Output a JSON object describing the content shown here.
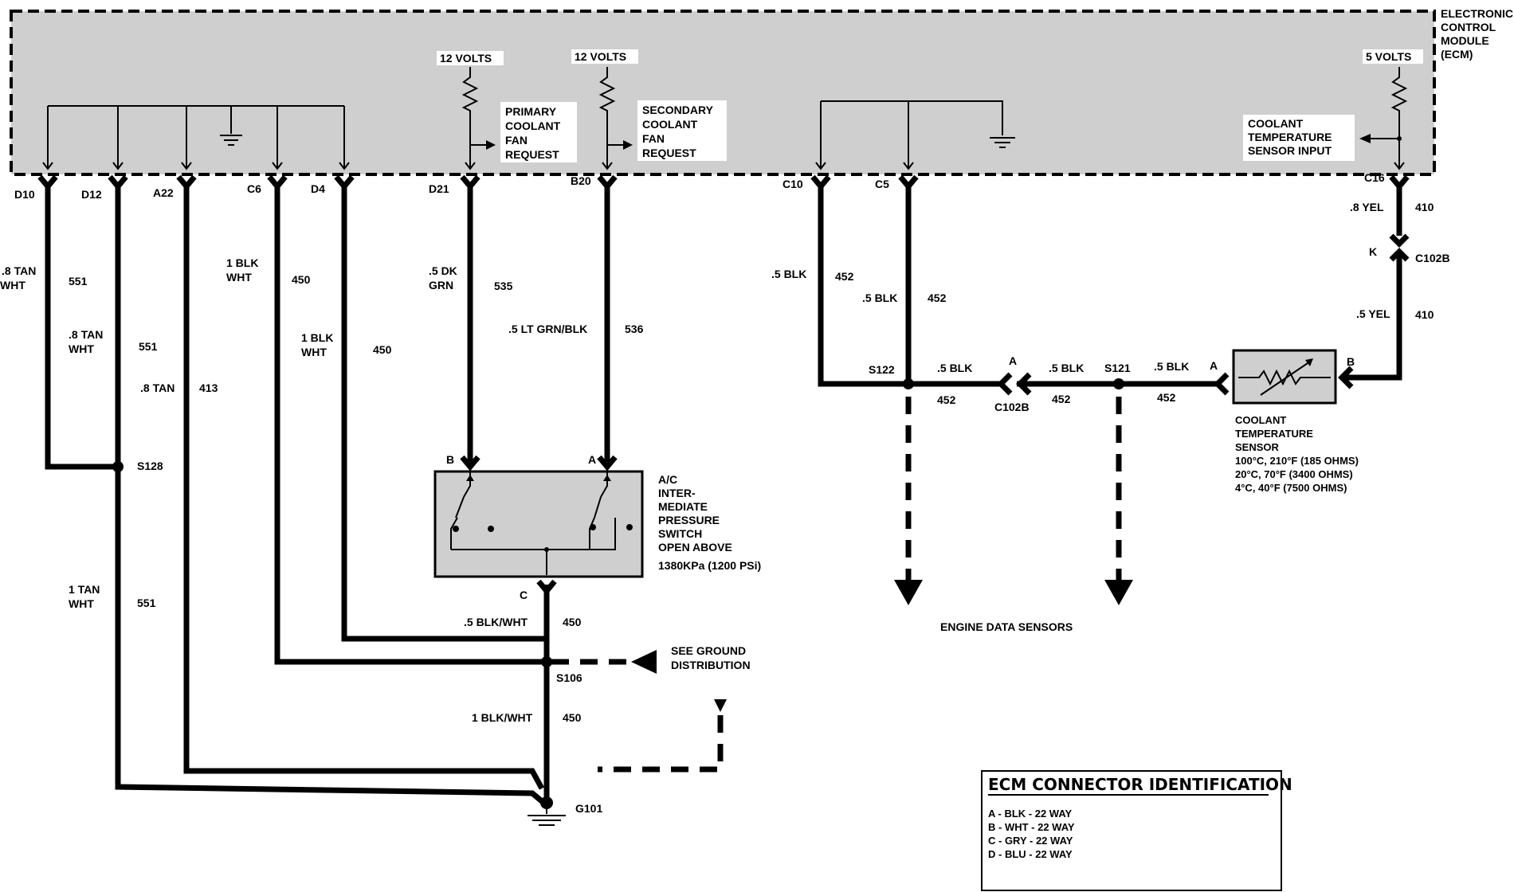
{
  "ecm": {
    "name_lines": [
      "ELECTRONIC",
      "CONTROL",
      "MODULE",
      "(ECM)"
    ],
    "volt_12_a": "12 VOLTS",
    "volt_12_b": "12 VOLTS",
    "volt_5": "5 VOLTS",
    "primary_lines": [
      "PRIMARY",
      "COOLANT",
      "FAN",
      "REQUEST"
    ],
    "secondary_lines": [
      "SECONDARY",
      "COOLANT",
      "FAN",
      "REQUEST"
    ],
    "cts_input_lines": [
      "COOLANT",
      "TEMPERATURE",
      "SENSOR INPUT"
    ]
  },
  "pins": {
    "D10": "D10",
    "D12": "D12",
    "A22": "A22",
    "C6": "C6",
    "D4": "D4",
    "D21": "D21",
    "B20": "B20",
    "C10": "C10",
    "C5": "C5",
    "C16": "C16"
  },
  "wires": {
    "d10_color_lines": [
      ".8 TAN",
      "WHT"
    ],
    "d10_circuit": "551",
    "d12_color_lines": [
      ".8 TAN",
      "WHT"
    ],
    "d12_circuit": "551",
    "a22_color": ".8 TAN",
    "a22_circuit": "413",
    "c6_color_lines": [
      "1 BLK",
      "WHT"
    ],
    "c6_circuit": "450",
    "d4_color_lines": [
      "1 BLK",
      "WHT"
    ],
    "d4_circuit": "450",
    "d21_color_lines": [
      ".5 DK",
      "GRN"
    ],
    "d21_circuit": "535",
    "b20_color": ".5 LT GRN/BLK",
    "b20_circuit": "536",
    "s128_down_color_lines": [
      "1 TAN",
      "WHT"
    ],
    "s128_down_circuit": "551",
    "c_to_s106_color": ".5 BLK/WHT",
    "c_to_s106_circuit": "450",
    "s106_to_g101_color": "1 BLK/WHT",
    "s106_to_g101_circuit": "450",
    "c10_color": ".5 BLK",
    "c10_circuit": "452",
    "c5_color": ".5 BLK",
    "c5_circuit": "452",
    "s122_c102b_color": ".5 BLK",
    "s122_c102b_circuit": "452",
    "c102b_s121_color": ".5 BLK",
    "c102b_s121_circuit": "452",
    "s121_sensor_color": ".5 BLK",
    "s121_sensor_circuit": "452",
    "c16_color": ".8 YEL",
    "c16_circuit": "410",
    "sensor_k_color": ".5 YEL",
    "sensor_k_circuit": "410"
  },
  "splices": {
    "s128": "S128",
    "s106": "S106",
    "s122": "S122",
    "s121": "S121",
    "g101": "G101"
  },
  "connectors": {
    "c102b_top": "C102B",
    "k": "K",
    "c102b_bottom": "C102B",
    "a_left": "A",
    "a_sensor": "A",
    "b_sensor": "B",
    "sw_b": "B",
    "sw_a": "A",
    "sw_c": "C"
  },
  "switch_lines": [
    "A/C",
    "INTER-",
    "MEDIATE",
    "PRESSURE",
    "SWITCH",
    "OPEN ABOVE",
    "1380KPa (1200 PSi)"
  ],
  "sensor_lines": [
    "COOLANT",
    "TEMPERATURE",
    "SENSOR",
    "100°C, 210°F (185 OHMS)",
    "20°C, 70°F (3400 OHMS)",
    "4°C, 40°F (7500 OHMS)"
  ],
  "see_ground_lines": [
    "SEE GROUND",
    "DISTRIBUTION"
  ],
  "engine_data_sensors": "ENGINE DATA SENSORS",
  "ident": {
    "title": "ECM CONNECTOR IDENTIFICATION",
    "rows": [
      "A - BLK - 22 WAY",
      "B - WHT - 22 WAY",
      "C - GRY - 22 WAY",
      "D - BLU - 22 WAY"
    ]
  }
}
